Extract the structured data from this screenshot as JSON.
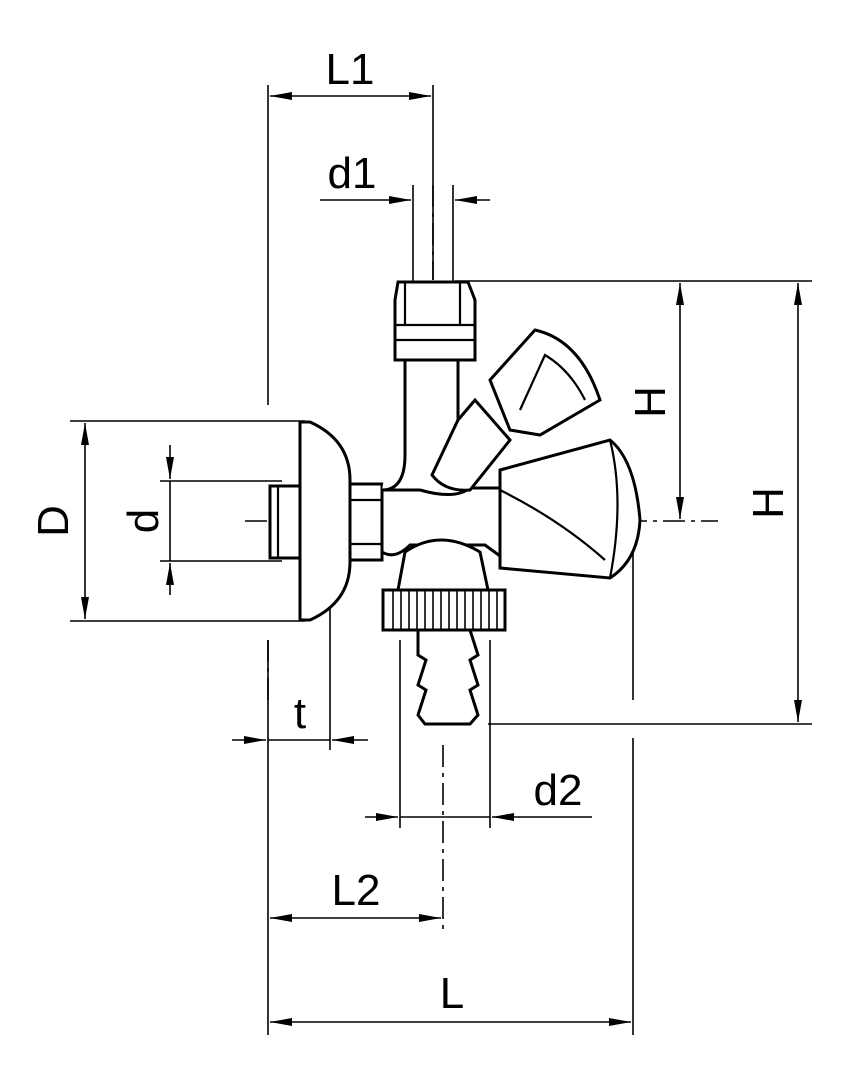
{
  "labels": {
    "L1": "L1",
    "d1": "d1",
    "D": "D",
    "d": "d",
    "H_inner": "H",
    "H_outer": "H",
    "t": "t",
    "d2": "d2",
    "L2": "L2",
    "L": "L"
  }
}
